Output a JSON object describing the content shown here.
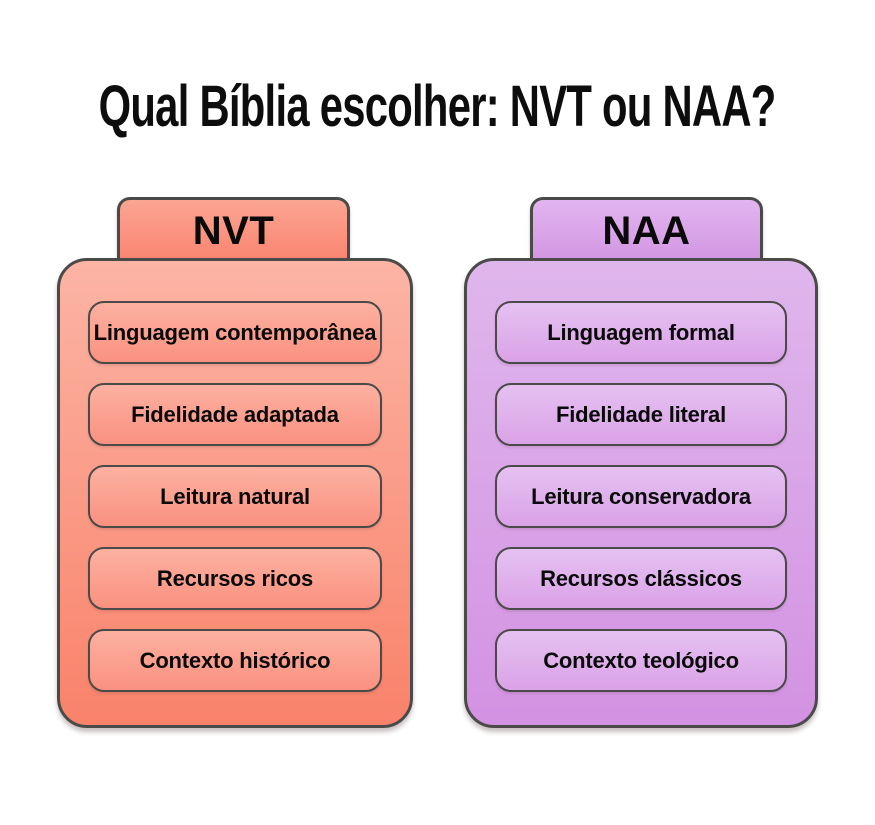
{
  "title": "Qual Bíblia escolher: NVT ou NAA?",
  "background_color": "#ffffff",
  "border_color": "#4a4a48",
  "text_color": "#0a0a0a",
  "columns": [
    {
      "label": "NVT",
      "items": [
        "Linguagem contemporânea",
        "Fidelidade adaptada",
        "Leitura natural",
        "Recursos ricos",
        "Contexto histórico"
      ],
      "colors": {
        "border": "#4a4a48",
        "tab-top": "#fca593",
        "tab-bottom": "#f87e69",
        "card-top": "#fcb4a5",
        "card-bottom": "#f9826a",
        "item-top": "#fdb1a1",
        "item-bottom": "#fa9180"
      }
    },
    {
      "label": "NAA",
      "items": [
        "Linguagem formal",
        "Fidelidade literal",
        "Leitura conservadora",
        "Recursos clássicos",
        "Contexto teológico"
      ],
      "colors": {
        "border": "#4a4a48",
        "tab-top": "#e2b5ef",
        "tab-bottom": "#cf90e0",
        "card-top": "#dfb6ec",
        "card-bottom": "#d392e2",
        "item-top": "#e5c1f1",
        "item-bottom": "#daa2e7"
      }
    }
  ]
}
